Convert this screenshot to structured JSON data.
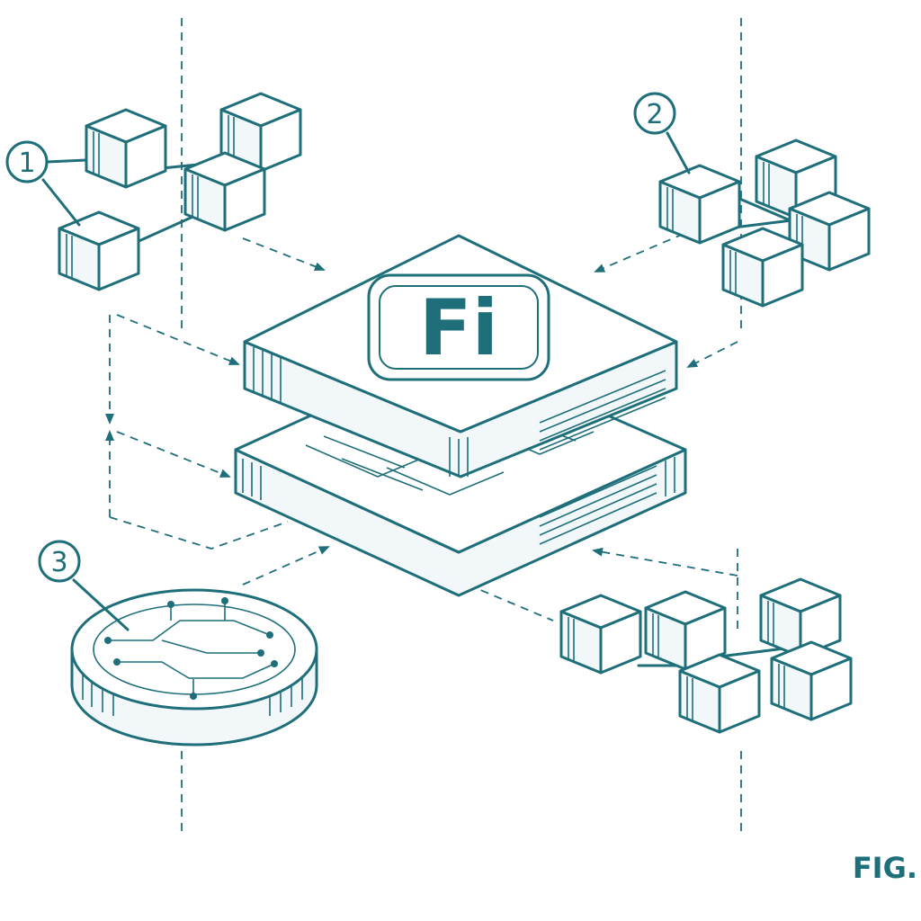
{
  "logo": {
    "text": "Fi"
  },
  "callouts": [
    {
      "id": "1"
    },
    {
      "id": "2"
    },
    {
      "id": "3"
    }
  ],
  "figure": {
    "label": "FIG."
  },
  "colors": {
    "ink": "#1e6f7a",
    "background": "#ffffff"
  }
}
